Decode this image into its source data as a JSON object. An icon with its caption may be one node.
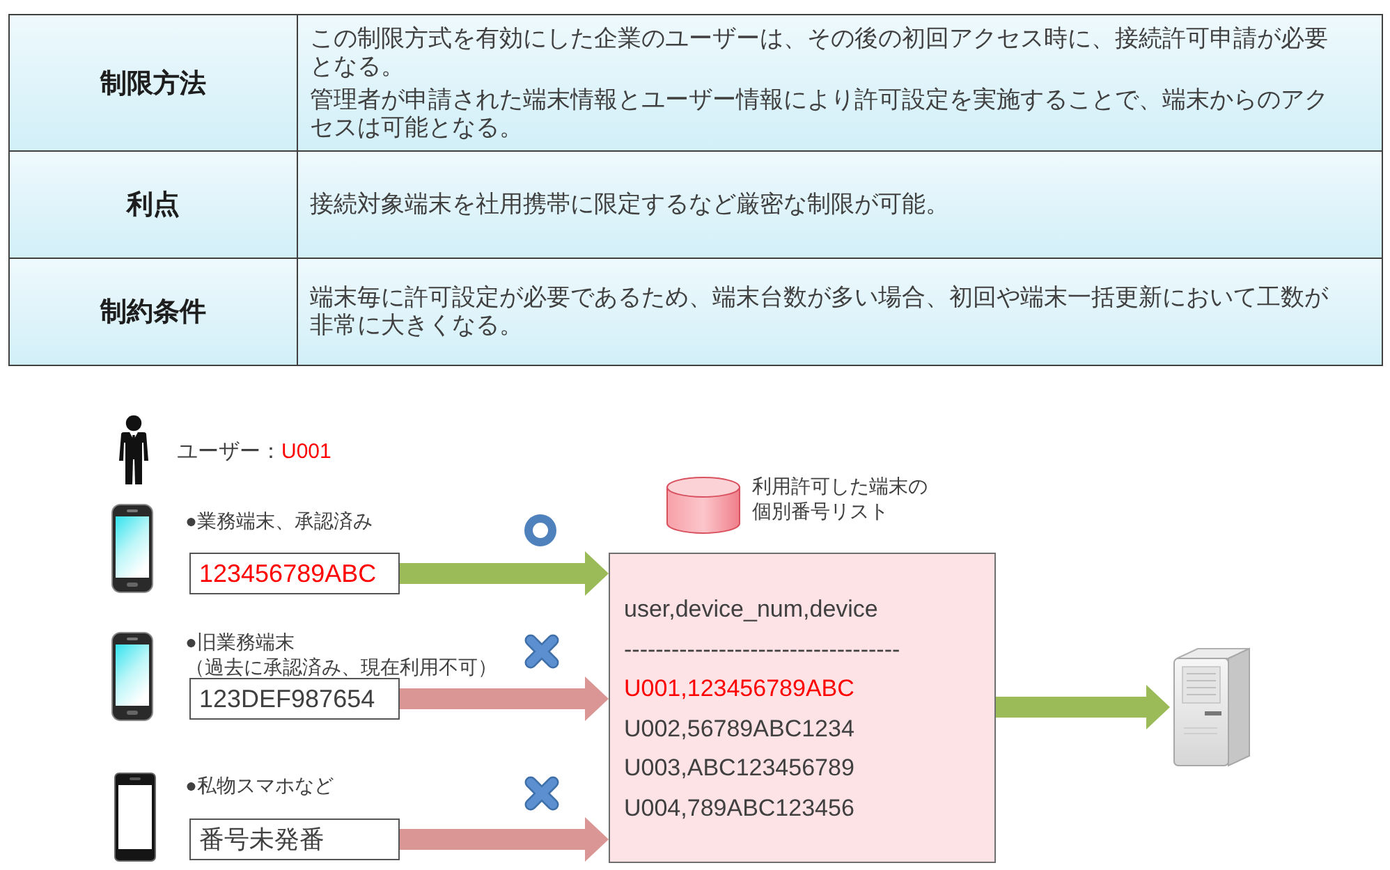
{
  "diagram": {
    "nodes": [
      {
        "text": [
          "123456789ABC"
        ],
        "beside": [
          "●業務端末、承認済み"
        ]
      },
      {
        "text": [
          "123DEF987654"
        ],
        "beside": [
          "●旧業務端末（過去に承認済み、現在利用不可）"
        ]
      },
      {
        "text": [
          "番号未発番"
        ],
        "beside": [
          "●私物スマホなど"
        ]
      },
      {
        "text": [
          "user,device_num,device",
          "-----------------------------------",
          "U001,123456789ABC",
          "U002,56789ABC1234",
          "U003,ABC123456789",
          "U004,789ABC123456"
        ],
        "beside": [
          "利用許可した端末の個別番号リスト"
        ]
      },
      {
        "text": [],
        "shape": "picture"
      }
    ],
    "edges": [
      {
        "from": 0,
        "to": 3,
        "arrow": "to",
        "color": "#9bbb59"
      },
      {
        "from": 1,
        "to": 3,
        "arrow": "to",
        "color": "#da9694"
      },
      {
        "from": 2,
        "to": 3,
        "arrow": "to",
        "color": "#da9694"
      },
      {
        "from": 3,
        "to": 4,
        "arrow": "to",
        "color": "#9bbb59"
      }
    ],
    "labels": [
      "制限方法",
      "この制限方式を有効にした企業のユーザーは、その後の初回アクセス時に、接続許可申請が必要となる。",
      "管理者が申請された端末情報とユーザー情報により許可設定を実施することで、端末からのアクセスは可能となる。",
      "利点",
      "接続対象端末を社用携帯に限定するなど厳密な制限が可能。",
      "制約条件",
      "端末毎に許可設定が必要であるため、端末台数が多い場合、初回や端末一括更新において工数が非常に大きくなる。",
      "ユーザー：",
      "U001"
    ]
  }
}
